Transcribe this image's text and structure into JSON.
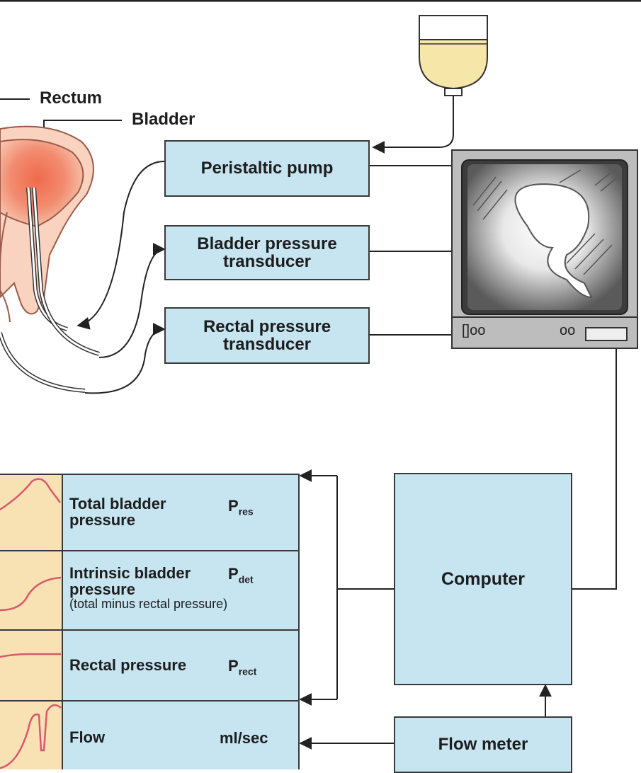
{
  "labels": {
    "rectum": "Rectum",
    "bladder": "Bladder"
  },
  "boxes": {
    "pump": "Peristaltic pump",
    "bladder_transducer_1": "Bladder pressure",
    "bladder_transducer_2": "transducer",
    "rectal_transducer_1": "Rectal pressure",
    "rectal_transducer_2": "transducer",
    "computer": "Computer",
    "flow_meter": "Flow meter"
  },
  "monitor": {
    "left_controls": "[]oo",
    "right_controls": "oo"
  },
  "recordings": [
    {
      "name_1": "Total bladder",
      "name_2": "pressure",
      "note": "",
      "sym_base": "P",
      "sym_sub": "res"
    },
    {
      "name_1": "Intrinsic bladder",
      "name_2": "pressure",
      "note": "(total minus rectal pressure)",
      "sym_base": "P",
      "sym_sub": "det"
    },
    {
      "name_1": "Rectal pressure",
      "name_2": "",
      "note": "",
      "sym_base": "P",
      "sym_sub": "rect"
    },
    {
      "name_1": "Flow",
      "name_2": "",
      "note": "",
      "sym_base": "ml/sec",
      "sym_sub": ""
    }
  ],
  "colors": {
    "box_fill": "#c6e5f1",
    "box_border": "#3a3a3a",
    "trace_bg": "#f8e2b4",
    "trace_line": "#d9586a",
    "bladder_fill": "#ef7a5e",
    "bag_fluid": "#f6e7a9"
  }
}
